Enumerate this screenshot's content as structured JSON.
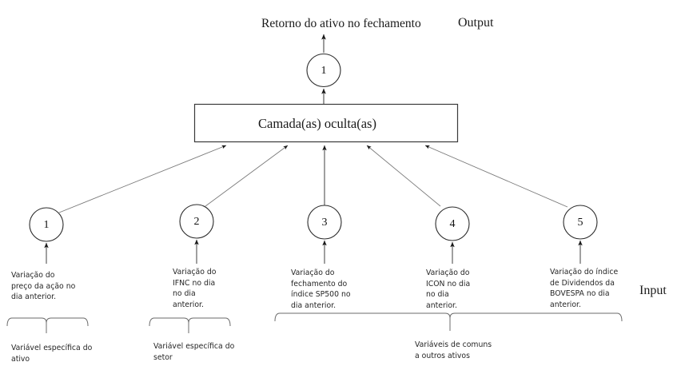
{
  "diagram": {
    "title": "Retorno do ativo no fechamento",
    "output_word": "Output",
    "input_word": "Input",
    "hidden_layer_label": "Camada(as) oculta(as)",
    "output_node": {
      "id": "1"
    },
    "input_nodes": [
      {
        "id": "1",
        "caption": "Variação do\npreço da ação no\ndia anterior."
      },
      {
        "id": "2",
        "caption": "Variação do\nIFNC no dia\nno dia\nanterior."
      },
      {
        "id": "3",
        "caption": "Variação do\nfechamento do\níndice SP500 no\ndia anterior."
      },
      {
        "id": "4",
        "caption": "Variação do\nICON no dia\nno dia\nanterior."
      },
      {
        "id": "5",
        "caption": "Variação do índice\nde Dividendos da\nBOVESPA no dia\nanterior."
      }
    ],
    "groups": [
      {
        "label": "Variável específica do\nativo"
      },
      {
        "label": "Variável específica do\nsetor"
      },
      {
        "label": "Variáveis de comuns\na outros ativos"
      }
    ]
  },
  "style": {
    "stroke": "#3b3b3b",
    "text": "#262626",
    "background": "#ffffff"
  }
}
